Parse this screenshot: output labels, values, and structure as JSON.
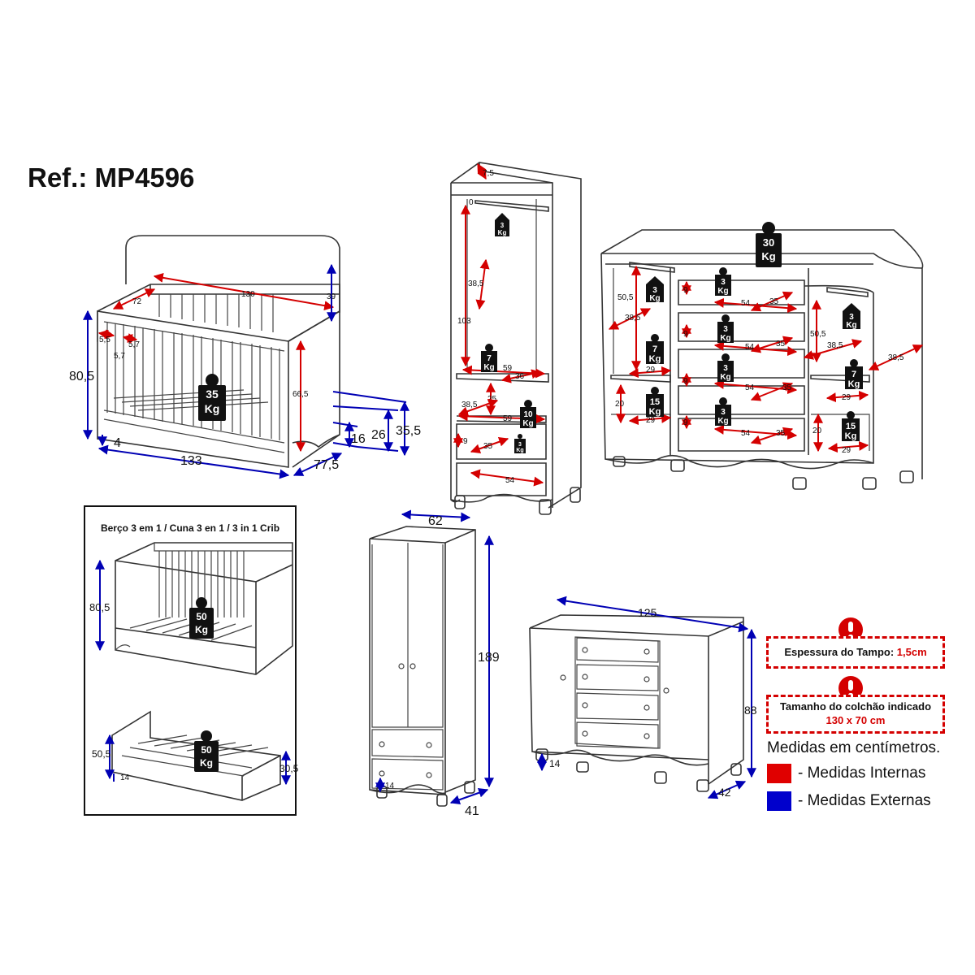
{
  "title": "Ref.: MP4596",
  "crib": {
    "width_top": "130",
    "depth_top": "72",
    "rail_height": "39",
    "spacing_a": "5,5",
    "spacing_b": "5,7",
    "spacing_c": "5,7",
    "height_total": "80,5",
    "inner_height": "66,5",
    "weight": "35",
    "weight_unit": "Kg",
    "base_height": "4",
    "length": "133",
    "depth": "77,5",
    "leg_height": "16",
    "mattress_level_low": "26",
    "mattress_level_high": "35,5"
  },
  "conversion": {
    "caption": "Berço 3 em 1 / Cuna 3 en 1 / 3 in 1 Crib",
    "minibed_height": "80,5",
    "minibed_weight": "50",
    "bed_height": "50,5",
    "bed_weight": "50",
    "bed_leg": "14",
    "bed_side": "30,5",
    "weight_unit": "Kg"
  },
  "wardrobe_interior": {
    "top": "7,5",
    "top_gap": "0",
    "rail_weight": "3",
    "hang_depth": "38,5",
    "hang_height": "103",
    "shelf_weight": "7",
    "shelf_width": "59",
    "shelf_depth": "36",
    "gap": "25",
    "lower_depth": "38,5",
    "lower_width": "59",
    "lower_weight": "10",
    "drawer_height": "9",
    "drawer_depth": "35",
    "drawer_weight": "3",
    "drawer_width": "54",
    "weight_unit": "Kg"
  },
  "wardrobe": {
    "width": "62",
    "height": "189",
    "depth": "41",
    "leg": "14"
  },
  "dresser_interior": {
    "top_weight": "30",
    "left_height": "50,5",
    "left_rail_weight": "3",
    "left_depth": "38,5",
    "left_shelf_weight": "7",
    "left_shelf_width": "29",
    "left_lower_weight": "15",
    "left_lower_width": "29",
    "left_lower_height": "20",
    "drawer_height": "9",
    "drawer_width": "54",
    "drawer_depth": "35",
    "drawer_weight": "3",
    "right_height": "50,5",
    "right_depth": "38,5",
    "right_side_depth": "38,5",
    "right_rail_weight": "3",
    "right_shelf_weight": "7",
    "right_shelf_width": "29",
    "right_lower_weight": "15",
    "right_lower_width": "29",
    "right_lower_height": "20",
    "weight_unit": "Kg"
  },
  "dresser": {
    "width": "125",
    "height": "88",
    "depth": "42",
    "leg": "14"
  },
  "notes": {
    "thickness_label": "Espessura do Tampo:",
    "thickness_value": "1,5cm",
    "mattress_label": "Tamanho do colchão indicado",
    "mattress_value": "130 x 70 cm",
    "units": "Medidas em centímetros.",
    "internal": "- Medidas Internas",
    "external": "- Medidas Externas"
  },
  "colors": {
    "internal": "#e00000",
    "external": "#0000cc",
    "warning": "#d40000"
  },
  "icons": [
    "weight-icon",
    "hanger-icon",
    "alert-icon"
  ]
}
